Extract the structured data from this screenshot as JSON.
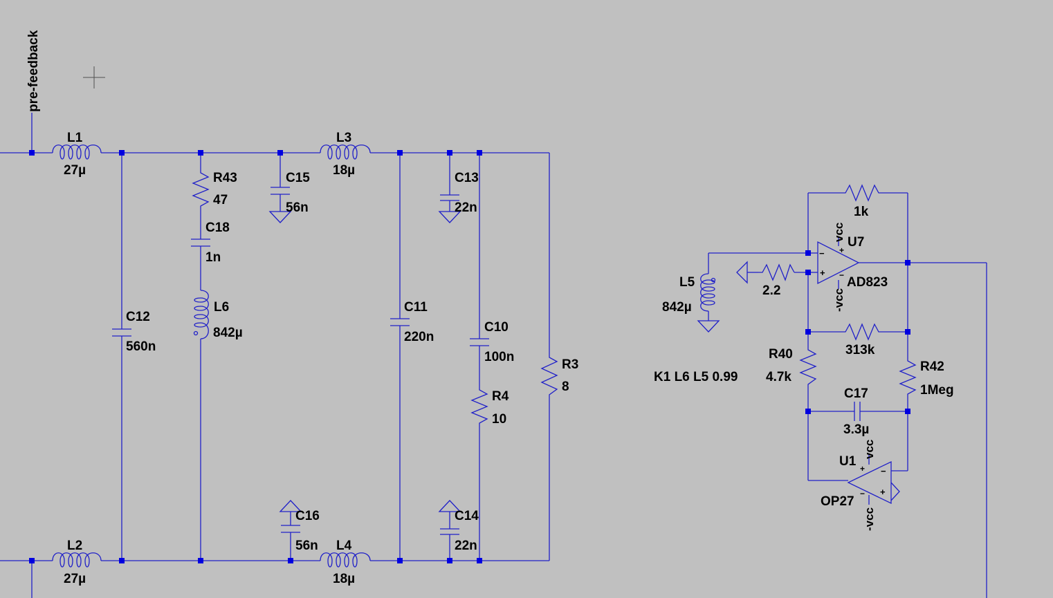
{
  "net_label": "pre-feedback",
  "spice_directive": "K1 L6 L5 0.99",
  "components": {
    "L1": {
      "ref": "L1",
      "value": "27µ"
    },
    "L2": {
      "ref": "L2",
      "value": "27µ"
    },
    "L3": {
      "ref": "L3",
      "value": "18µ"
    },
    "L4": {
      "ref": "L4",
      "value": "18µ"
    },
    "L5": {
      "ref": "L5",
      "value": "842µ"
    },
    "L6": {
      "ref": "L6",
      "value": "842µ"
    },
    "R43": {
      "ref": "R43",
      "value": "47"
    },
    "C18": {
      "ref": "C18",
      "value": "1n"
    },
    "C15": {
      "ref": "C15",
      "value": "56n"
    },
    "C16": {
      "ref": "C16",
      "value": "56n"
    },
    "C13": {
      "ref": "C13",
      "value": "22n"
    },
    "C14": {
      "ref": "C14",
      "value": "22n"
    },
    "C12": {
      "ref": "C12",
      "value": "560n"
    },
    "C11": {
      "ref": "C11",
      "value": "220n"
    },
    "C10": {
      "ref": "C10",
      "value": "100n"
    },
    "R4": {
      "ref": "R4",
      "value": "10"
    },
    "R3": {
      "ref": "R3",
      "value": "8"
    },
    "Rfb": {
      "value": "1k"
    },
    "Rin": {
      "value": "2.2"
    },
    "Rmid": {
      "value": "313k"
    },
    "R40": {
      "ref": "R40",
      "value": "4.7k"
    },
    "R42": {
      "ref": "R42",
      "value": "1Meg"
    },
    "C17": {
      "ref": "C17",
      "value": "3.3µ"
    },
    "U7": {
      "ref": "U7",
      "value": "AD823",
      "vpos": "vcc",
      "vneg": "-vcc",
      "plus": "+",
      "minus": "−"
    },
    "U1": {
      "ref": "U1",
      "value": "OP27",
      "vpos": "vcc",
      "vneg": "-vcc",
      "plus": "+",
      "minus": "−"
    }
  }
}
